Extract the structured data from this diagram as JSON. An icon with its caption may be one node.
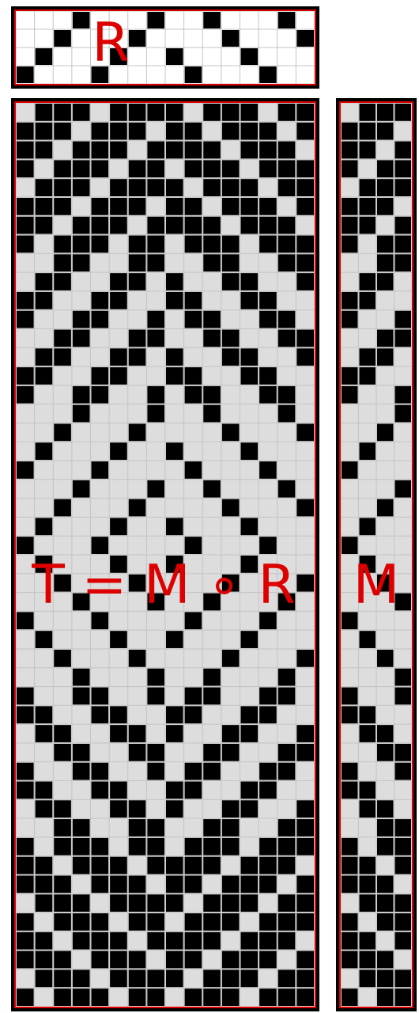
{
  "diagram": {
    "nodes": [
      {
        "text": [
          "R"
        ]
      },
      {
        "text": [
          "T = M ∘ R"
        ]
      },
      {
        "text": [
          "M"
        ]
      }
    ]
  }
}
